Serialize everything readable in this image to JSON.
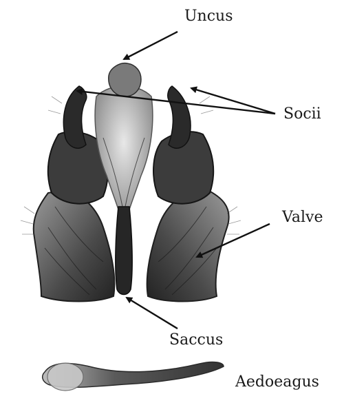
{
  "labels": {
    "uncus": "Uncus",
    "socii": "Socii",
    "valve": "Valve",
    "saccus": "Saccus",
    "aedoeagus": "Aedoeagus"
  },
  "colors": {
    "background": "#ffffff",
    "specimen_dark": "#2a2a2a",
    "specimen_mid": "#6e6e6e",
    "specimen_light": "#b5b5b5",
    "arrow": "#111111",
    "text": "#1a1a1a"
  }
}
